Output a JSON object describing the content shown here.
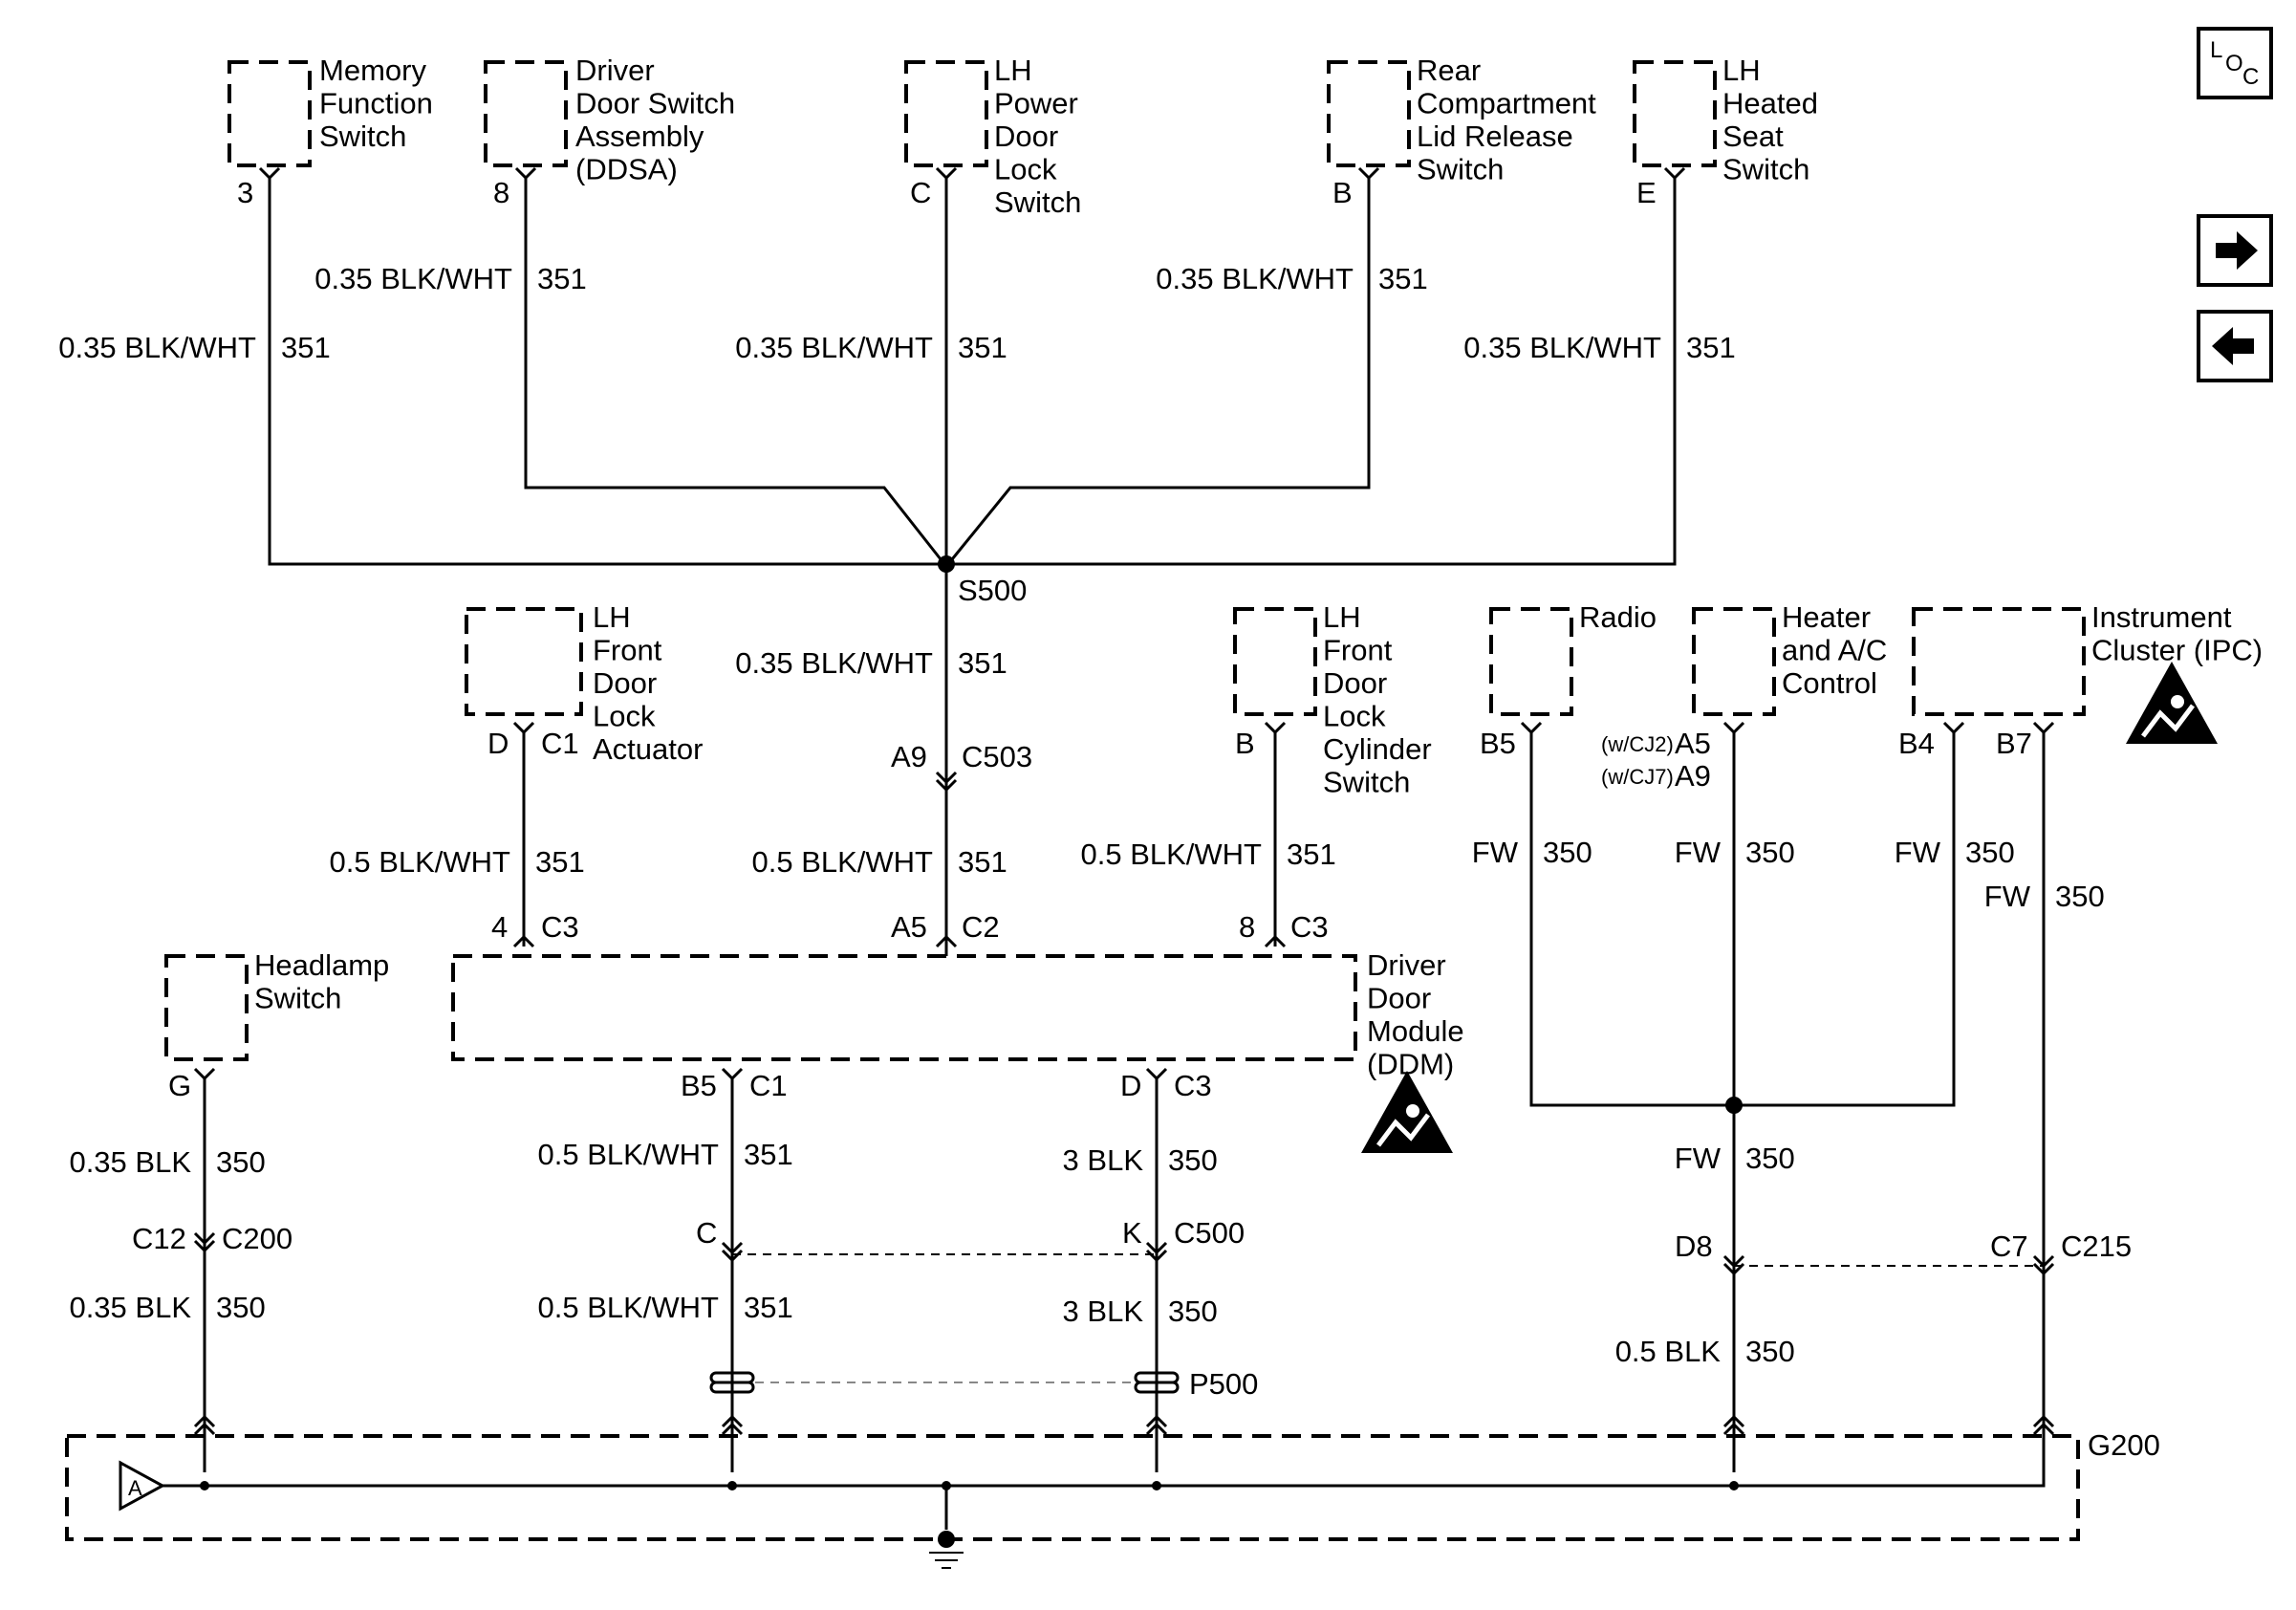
{
  "components": {
    "memory_switch": "Memory\nFunction\nSwitch",
    "ddsa": "Driver\nDoor Switch\nAssembly\n(DDSA)",
    "lh_power_lock_switch": "LH\nPower\nDoor\nLock\nSwitch",
    "rear_lid_switch": "Rear\nCompartment\nLid Release\nSwitch",
    "lh_heated_seat_switch": "LH\nHeated\nSeat\nSwitch",
    "lh_front_lock_actuator": "LH\nFront\nDoor\nLock\nActuator",
    "lh_front_lock_cylinder": "LH\nFront\nDoor\nLock\nCylinder\nSwitch",
    "radio": "Radio",
    "hvac_control": "Heater\nand A/C\nControl",
    "ipc": "Instrument\nCluster (IPC)",
    "headlamp_switch": "Headlamp\nSwitch",
    "ddm": "Driver\nDoor\nModule\n(DDM)"
  },
  "pins": {
    "p3": "3",
    "p8": "8",
    "pC": "C",
    "pB": "B",
    "pE": "E",
    "actD": "D",
    "actC1": "C1",
    "s500": "S500",
    "a9": "A9",
    "c503": "C503",
    "cylB": "B",
    "radioB5": "B5",
    "hvacW2": "(w/CJ2)",
    "hvacA5": "A5",
    "hvacW7": "(w/CJ7)",
    "hvacA9": "A9",
    "ipcB4": "B4",
    "ipcB7": "B7",
    "ddm4": "4",
    "ddmC3a": "C3",
    "ddmA5": "A5",
    "ddmC2": "C2",
    "ddm8": "8",
    "ddmC3b": "C3",
    "hlG": "G",
    "ddmB5": "B5",
    "ddmC1": "C1",
    "ddmD": "D",
    "ddmC3c": "C3",
    "c12": "C12",
    "c200": "C200",
    "c500C": "C",
    "c500K": "K",
    "c500": "C500",
    "d8": "D8",
    "c7": "C7",
    "c215": "C215",
    "p500": "P500",
    "g200": "G200",
    "arrowA": "A"
  },
  "wires": {
    "w1": "0.35 BLK/WHT",
    "n1": "351",
    "w2": "0.35 BLK/WHT",
    "n2": "351",
    "w3": "0.35 BLK/WHT",
    "n3": "351",
    "w4": "0.35 BLK/WHT",
    "n4": "351",
    "w5": "0.35 BLK/WHT",
    "n5": "351",
    "w6": "0.35 BLK/WHT",
    "n6": "351",
    "w7": "0.5 BLK/WHT",
    "n7": "351",
    "w8": "0.5 BLK/WHT",
    "n8": "351",
    "w9": "0.5 BLK/WHT",
    "n9": "351",
    "fw1": "FW",
    "fn1": "350",
    "fw2": "FW",
    "fn2": "350",
    "fw3": "FW",
    "fn3": "350",
    "fw4": "FW",
    "fn4": "350",
    "hw1": "0.35 BLK",
    "hn1": "350",
    "hw2": "0.35 BLK",
    "hn2": "350",
    "dw1": "0.5 BLK/WHT",
    "dn1": "351",
    "dw2": "0.5 BLK/WHT",
    "dn2": "351",
    "bw1": "3 BLK",
    "bn1": "350",
    "bw2": "3 BLK",
    "bn2": "350",
    "fw5": "FW",
    "fn5": "350",
    "bw3": "0.5 BLK",
    "bn3": "350"
  },
  "nav": {
    "loc_l": "L",
    "loc_o": "O",
    "loc_c": "C"
  },
  "icons": [
    "esd-warning-icon",
    "ground-symbol-icon",
    "next-arrow-icon",
    "prev-arrow-icon",
    "location-icon"
  ]
}
